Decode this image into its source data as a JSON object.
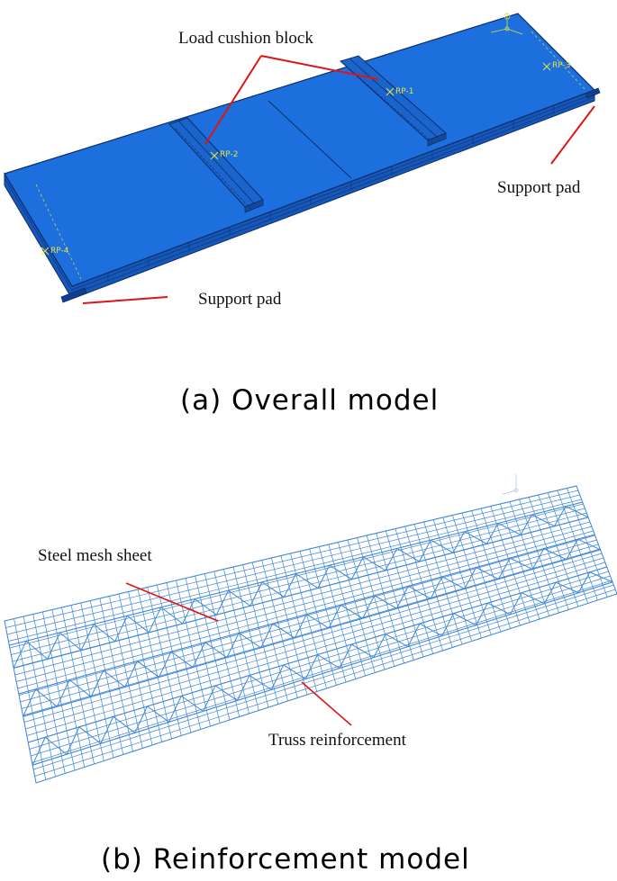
{
  "panel_a": {
    "labels": {
      "load_cushion": "Load cushion block",
      "support_pad_right": "Support pad",
      "support_pad_left": "Support pad"
    },
    "ref_points": [
      "RP-1",
      "RP-2",
      "RP-3",
      "RP-4"
    ],
    "caption": "(a) Overall model"
  },
  "panel_b": {
    "labels": {
      "steel_mesh": "Steel mesh sheet",
      "truss": "Truss reinforcement"
    },
    "caption": "(b) Reinforcement model"
  },
  "colors": {
    "slab_top": "#1c6fdc",
    "slab_side": "#1757b7",
    "slab_edge": "#0b2e6b",
    "leader": "#e01414",
    "rp_marker": "#e6e63a",
    "mesh": "#3f86d6"
  },
  "icons": [
    "axis-triad-icon"
  ]
}
